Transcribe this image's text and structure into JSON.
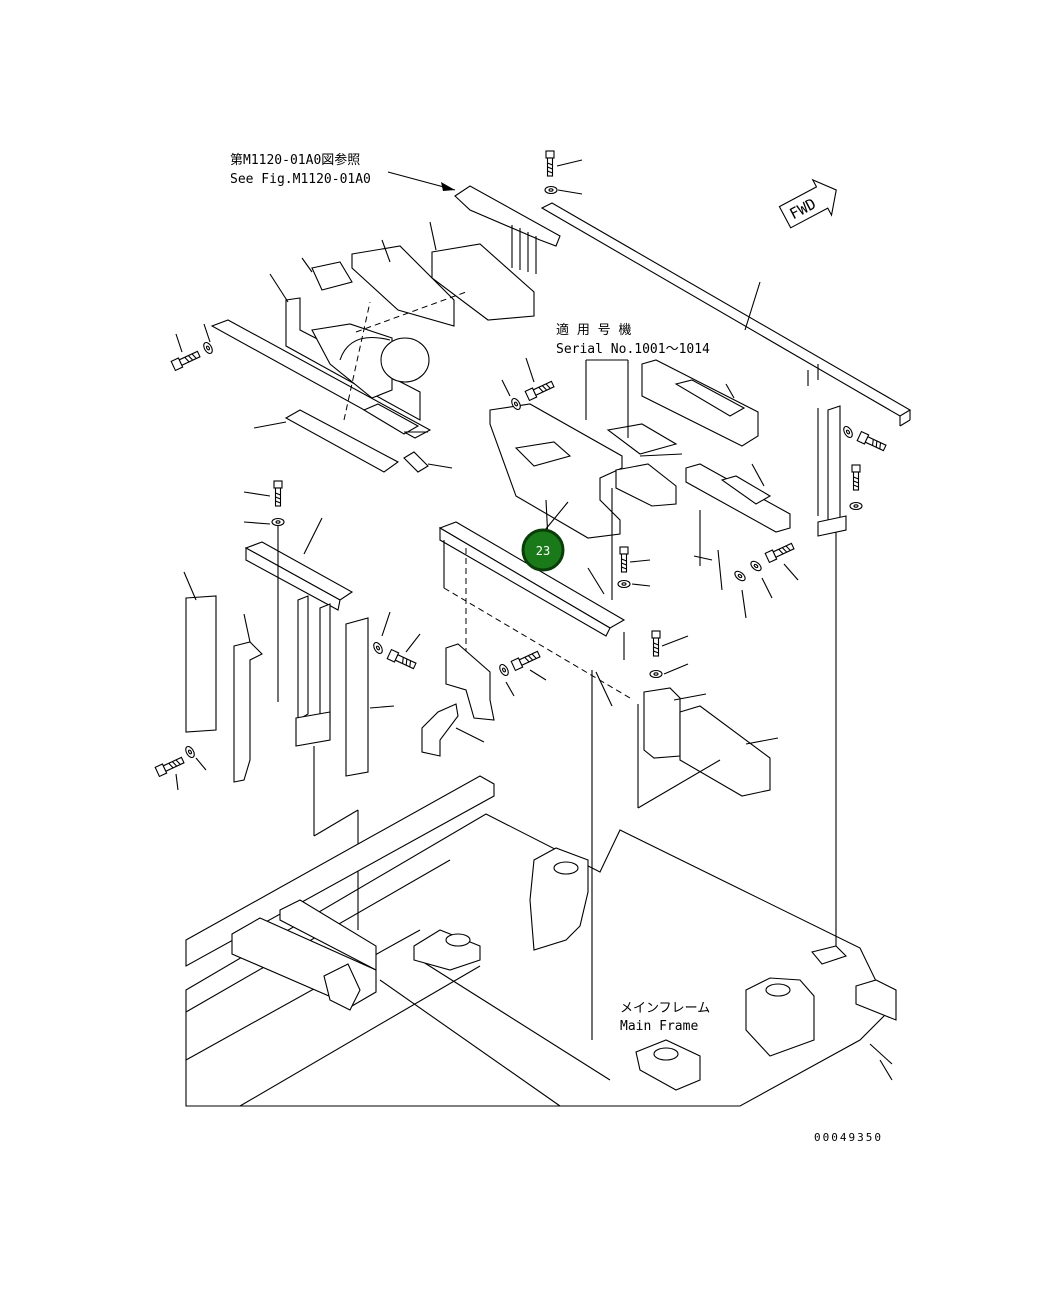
{
  "references": {
    "see_fig_jp": "第M1120-01A0図参照",
    "see_fig_en": "See Fig.M1120-01A0"
  },
  "serial": {
    "label_jp": "適 用 号 機",
    "label_en": "Serial No.1001～1014"
  },
  "main_frame": {
    "label_jp": "メインフレーム",
    "label_en": "Main Frame"
  },
  "fwd": "FWD",
  "drawing_number": "00049350",
  "callout": {
    "number": "23",
    "color": "#1a7a1a",
    "border_color": "#0a3d0a"
  },
  "icons": {
    "bolt": "bolt-icon",
    "washer": "washer-icon",
    "callout": "callout-circle-icon",
    "fwd_arrow": "fwd-arrow-icon"
  }
}
